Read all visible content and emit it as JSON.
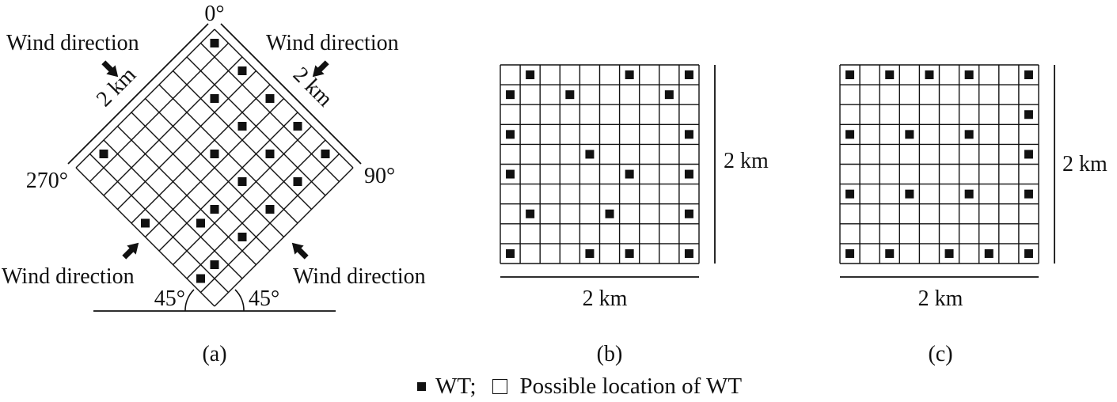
{
  "panel_a": {
    "caption": "(a)",
    "angles": {
      "top": "0°",
      "left": "270°",
      "right": "90°",
      "bottom_left": "45°",
      "bottom_right": "45°"
    },
    "wind_labels": [
      "Wind direction",
      "Wind direction",
      "Wind direction",
      "Wind direction"
    ],
    "side_labels": [
      "2 km",
      "2 km"
    ],
    "grid_size": 10,
    "turbines": [
      [
        0,
        0
      ],
      [
        2,
        2
      ],
      [
        0,
        2
      ],
      [
        4,
        4
      ],
      [
        2,
        4
      ],
      [
        0,
        4
      ],
      [
        6,
        6
      ],
      [
        4,
        6
      ],
      [
        2,
        6
      ],
      [
        0,
        6
      ],
      [
        8,
        8
      ],
      [
        6,
        8
      ],
      [
        4,
        8
      ],
      [
        2,
        8
      ],
      [
        0,
        8
      ],
      [
        8,
        0
      ],
      [
        9,
        4
      ],
      [
        7,
        6
      ],
      [
        9,
        8
      ]
    ]
  },
  "panel_b": {
    "caption": "(b)",
    "label_bottom": "2 km",
    "label_right": "2 km",
    "grid_size": 10,
    "turbines": [
      [
        1,
        0
      ],
      [
        6,
        0
      ],
      [
        9,
        0
      ],
      [
        0,
        1
      ],
      [
        3,
        1
      ],
      [
        8,
        1
      ],
      [
        0,
        3
      ],
      [
        9,
        3
      ],
      [
        4,
        4
      ],
      [
        0,
        5
      ],
      [
        6,
        5
      ],
      [
        9,
        5
      ],
      [
        1,
        7
      ],
      [
        5,
        7
      ],
      [
        9,
        7
      ],
      [
        0,
        9
      ],
      [
        4,
        9
      ],
      [
        6,
        9
      ],
      [
        9,
        9
      ]
    ]
  },
  "panel_c": {
    "caption": "(c)",
    "label_bottom": "2 km",
    "label_right": "2 km",
    "grid_size": 10,
    "turbines": [
      [
        0,
        0
      ],
      [
        2,
        0
      ],
      [
        4,
        0
      ],
      [
        6,
        0
      ],
      [
        9,
        0
      ],
      [
        9,
        2
      ],
      [
        0,
        3
      ],
      [
        3,
        3
      ],
      [
        6,
        3
      ],
      [
        9,
        4
      ],
      [
        0,
        6
      ],
      [
        3,
        6
      ],
      [
        6,
        6
      ],
      [
        9,
        6
      ],
      [
        0,
        9
      ],
      [
        2,
        9
      ],
      [
        5,
        9
      ],
      [
        7,
        9
      ],
      [
        9,
        9
      ]
    ]
  },
  "legend": {
    "filled": "WT;",
    "empty": "Possible location of WT"
  }
}
